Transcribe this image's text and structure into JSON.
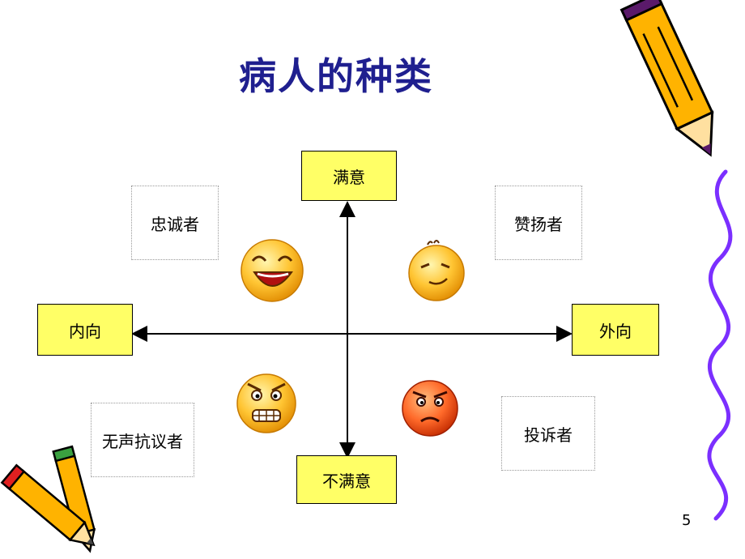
{
  "slide": {
    "title": "病人的种类",
    "page_number": "5"
  },
  "axes": {
    "top": "满意",
    "bottom": "不满意",
    "left": "内向",
    "right": "外向"
  },
  "quadrants": {
    "top_left": "忠诚者",
    "top_right": "赞扬者",
    "bottom_left": "无声抗议者",
    "bottom_right": "投诉者"
  },
  "icons": {
    "top_left": "laughing-face-icon",
    "top_right": "winking-face-icon",
    "bottom_left": "grimacing-face-icon",
    "bottom_right": "angry-face-icon",
    "decor_top_right": "pencil-icon",
    "decor_bottom_left": "pencils-icon",
    "decor_right_edge": "wavy-line-decoration"
  },
  "colors": {
    "title": "#1f1f8f",
    "axis_box": "#ffff66",
    "wave": "#7b2fff"
  }
}
